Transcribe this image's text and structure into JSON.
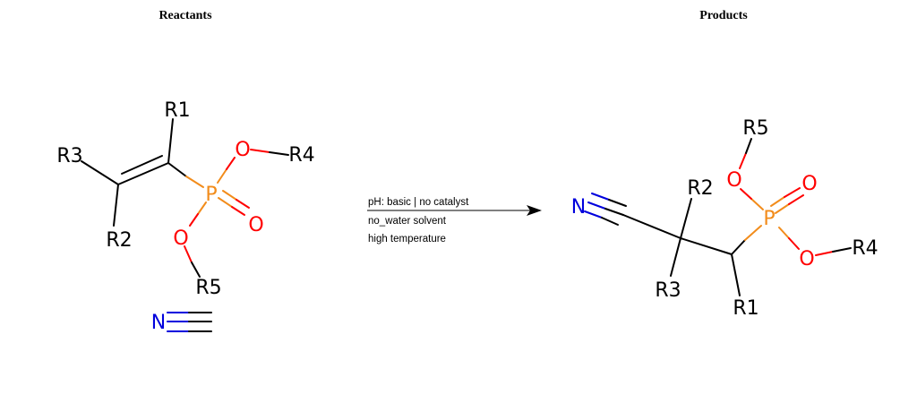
{
  "headers": {
    "reactants": "Reactants",
    "products": "Products"
  },
  "conditions": {
    "line1": "pH: basic | no catalyst",
    "line2": "no_water solvent",
    "line3": "high temperature"
  },
  "reactant_atoms": {
    "r1": "R1",
    "r2": "R2",
    "r3": "R3",
    "r4": "R4",
    "r5": "R5",
    "p": "P",
    "o_double": "O",
    "o_r4": "O",
    "o_r5": "O",
    "n": "N"
  },
  "product_atoms": {
    "r1": "R1",
    "r2": "R2",
    "r3": "R3",
    "r4": "R4",
    "r5": "R5",
    "p": "P",
    "o_double": "O",
    "o_r4": "O",
    "o_r5": "O",
    "n": "N"
  },
  "colors": {
    "carbon": "#000000",
    "phosphorus": "#f28c1b",
    "oxygen": "#ff0000",
    "nitrogen": "#0000dd"
  }
}
